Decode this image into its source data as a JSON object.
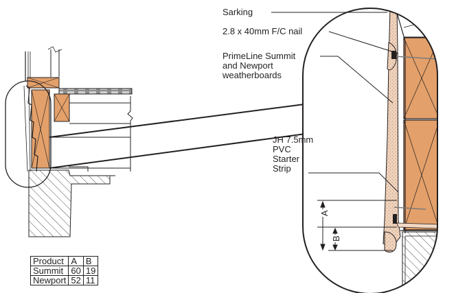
{
  "labels": {
    "sarking": "Sarking",
    "nail": "2.8 x 40mm F/C nail",
    "weatherboards": "PrimeLine Summit\nand Newport\nweatherboards",
    "starter_strip": "JH 7.5mm\nPVC\nStarter\nStrip",
    "dim_a": "A",
    "dim_b": "B"
  },
  "table": {
    "headers": [
      "Product",
      "A",
      "B"
    ],
    "rows": [
      [
        "Summit",
        "60",
        "19"
      ],
      [
        "Newport",
        "52",
        "11"
      ]
    ]
  },
  "colors": {
    "line": "#231f20",
    "timber": "#e3a06a",
    "timber_dark": "#c98751",
    "board_fill": "#f2d8c4"
  }
}
